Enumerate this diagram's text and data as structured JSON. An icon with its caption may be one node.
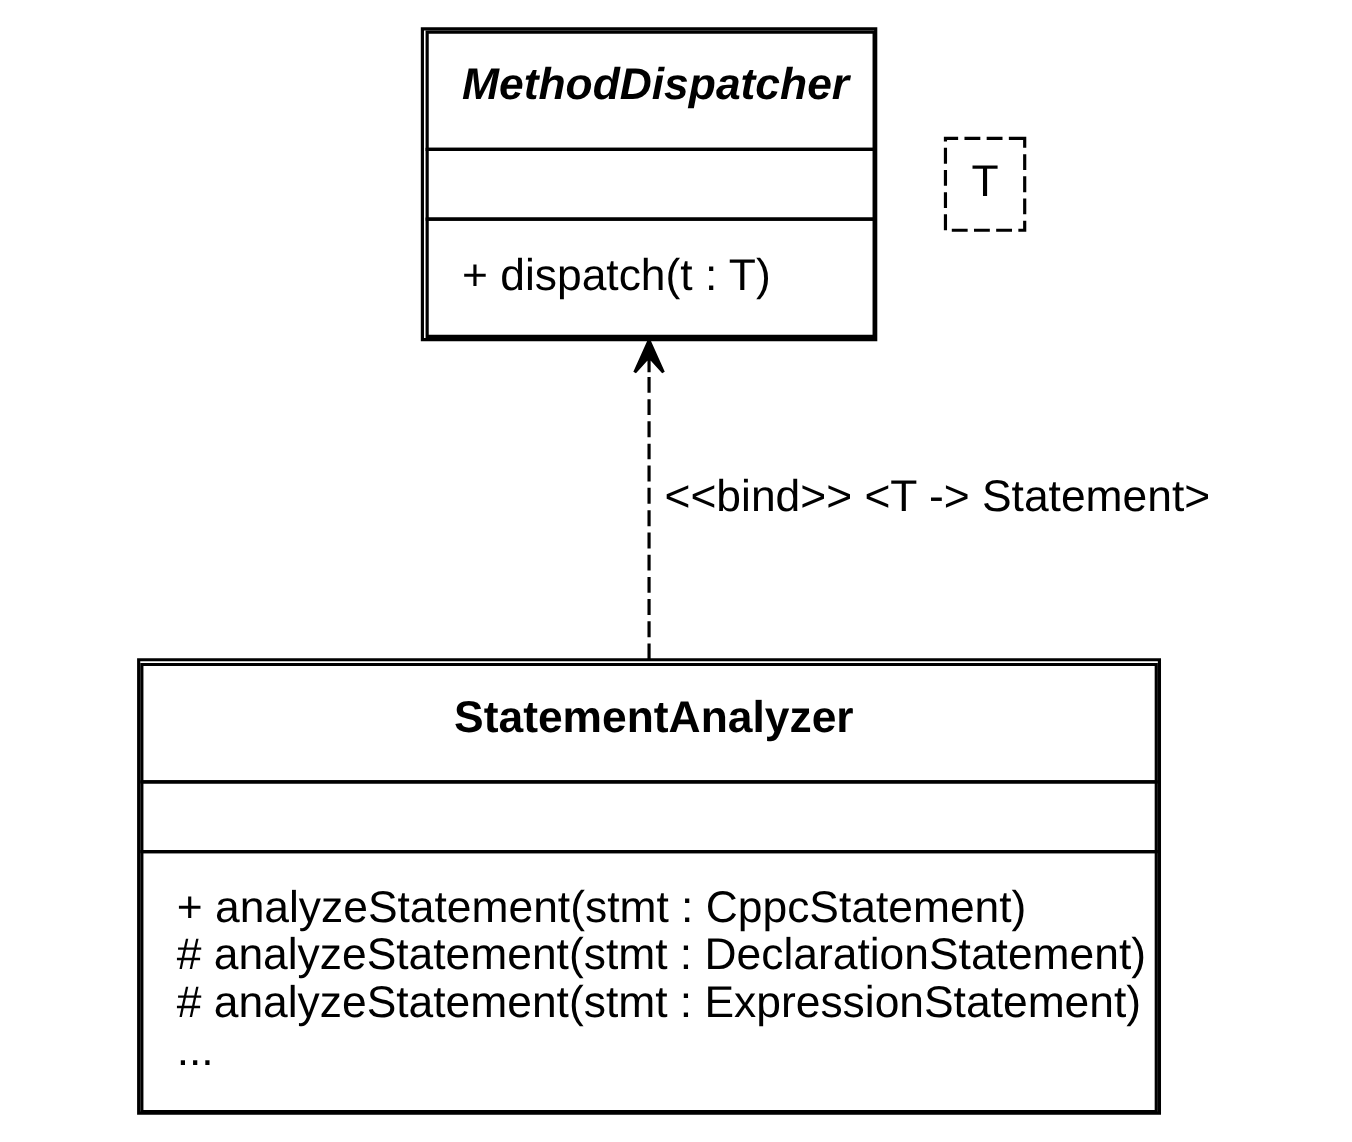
{
  "diagram": {
    "nodes": [
      {
        "text": [
          "MethodDispatcher",
          "+ dispatch(t : T)"
        ]
      },
      {
        "text": [
          "T"
        ]
      },
      {
        "text": [
          "StatementAnalyzer",
          "+ analyzeStatement(stmt : CppcStatement)",
          "# analyzeStatement(stmt : DeclarationStatement)",
          "# analyzeStatement(stmt : ExpressionStatement)",
          "..."
        ]
      }
    ],
    "edges": [
      {
        "from": 2,
        "to": 0,
        "arrow": "to",
        "style": "dashed",
        "label": "<<bind>> <T -> Statement>"
      }
    ]
  }
}
